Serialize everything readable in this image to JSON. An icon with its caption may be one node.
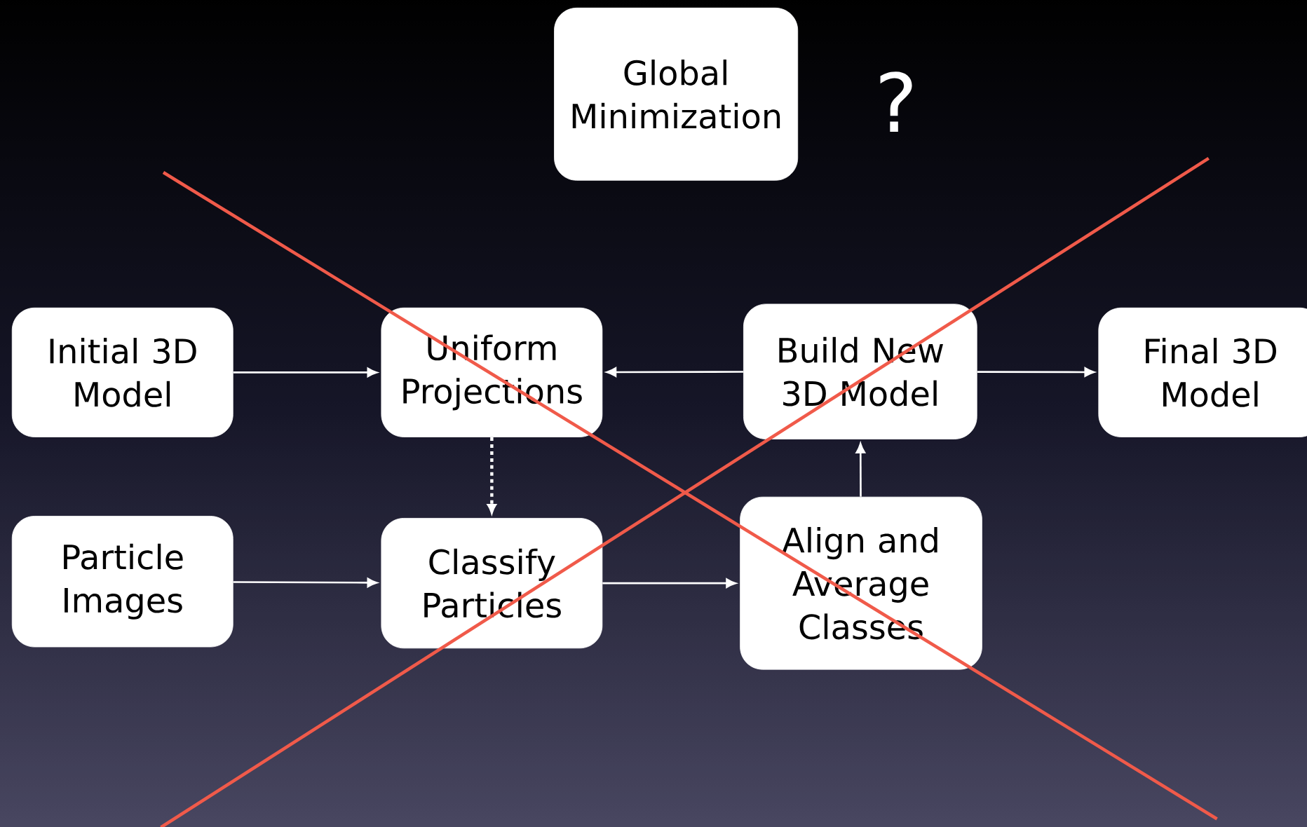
{
  "diagram": {
    "nodes": [
      {
        "text": [
          "Global Minimization"
        ]
      },
      {
        "text": [
          "Initial 3D Model"
        ]
      },
      {
        "text": [
          "Uniform Projections"
        ]
      },
      {
        "text": [
          "Build New 3D Model"
        ]
      },
      {
        "text": [
          "Final 3D Model"
        ]
      },
      {
        "text": [
          "Particle Images"
        ]
      },
      {
        "text": [
          "Classify Particles"
        ]
      },
      {
        "text": [
          "Align and Average Classes"
        ]
      }
    ],
    "edges": [
      {
        "from": 1,
        "to": 2,
        "arrow": "to"
      },
      {
        "from": 3,
        "to": 2,
        "arrow": "to"
      },
      {
        "from": 3,
        "to": 4,
        "arrow": "to"
      },
      {
        "from": 2,
        "to": 6,
        "arrow": "to",
        "style": "dashed"
      },
      {
        "from": 5,
        "to": 6,
        "arrow": "to"
      },
      {
        "from": 6,
        "to": 7,
        "arrow": "to"
      },
      {
        "from": 7,
        "to": 3,
        "arrow": "to"
      }
    ],
    "labels": [
      "?"
    ]
  }
}
